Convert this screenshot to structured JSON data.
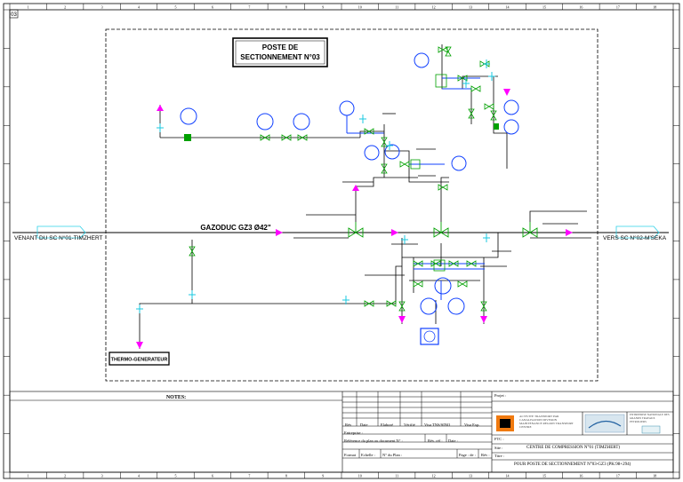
{
  "sheet_number": "03",
  "title_box": {
    "line1": "POSTE DE",
    "line2": "SECTIONNEMENT N°03"
  },
  "pipeline_label": "GAZODUC GZ3 Ø42\"",
  "left_label": "VENANT DU SC N°01-TIMZHERT",
  "right_label": "VERS SC N°02-M'SEKA",
  "generator_label": "THERMO-GENERATEUR",
  "notes_header": "NOTES:",
  "border_numbers": [
    "1",
    "2",
    "3",
    "4",
    "5",
    "6",
    "7",
    "8",
    "9",
    "10",
    "11",
    "12",
    "13",
    "14",
    "15",
    "16",
    "17",
    "18"
  ],
  "revision_table": {
    "headers": [
      "Rév",
      "Date",
      "Elaboré",
      "Vérifié",
      "Visa TNS/SINO",
      "Visa Exp."
    ],
    "entreprise": "Entreprise :",
    "ref_plan": "Référence du plan ou document N° :",
    "rev_ref": "Rév. réf :",
    "date": "Date :",
    "format": "Format",
    "echelle": "Echelle :",
    "plan_no": "N° du Plan :",
    "page": "Page : de :",
    "rev": "Rév :"
  },
  "title_block": {
    "projet": "Projet :",
    "company_text": "ACTIVITE TRANSPORT PAR CANALISATION DIVISION MAINTENANCE REGION TRANSPORT CENTRE",
    "partner_text": "ENTREPRISE NATIONALE DES GRANDS TRAVAUX PETROLIERS",
    "ftc": "FTC :",
    "site_label": "Site :",
    "site_value": "CENTRE DE COMPRESSION N°01 (TIMZHERT)",
    "titre_label": "Titre :",
    "titre_value": "POUR POSTE DE SECTIONNEMENT N°03-GZ3 (PK:98+294)"
  }
}
